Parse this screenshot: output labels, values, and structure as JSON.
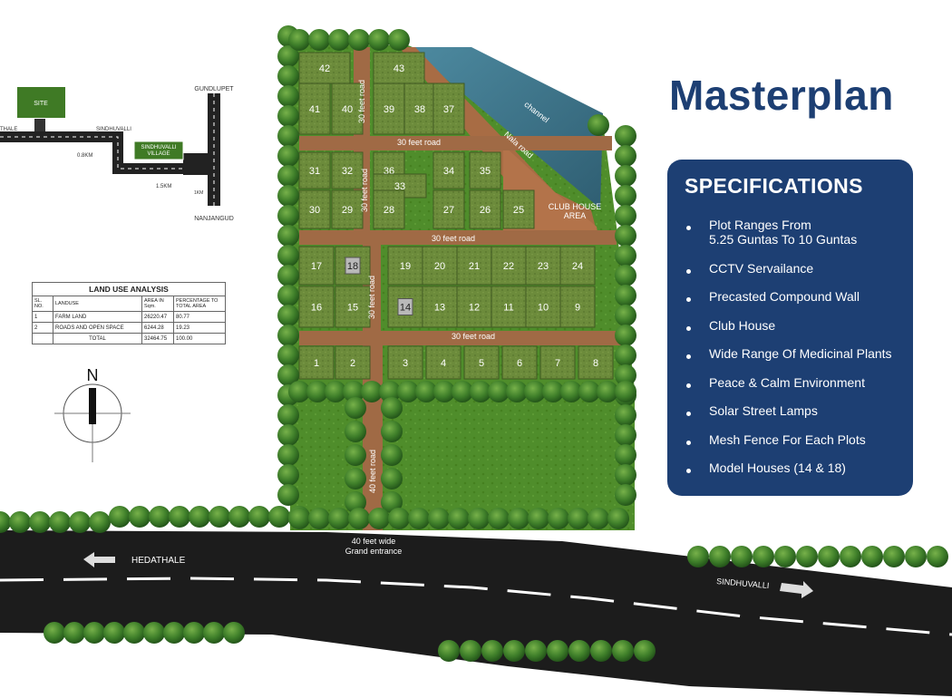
{
  "title": "Masterplan",
  "specifications": {
    "heading": "SPECIFICATIONS",
    "items": [
      "Plot Ranges From\n5.25 Guntas To 10 Guntas",
      "CCTV Servailance",
      "Precasted Compound Wall",
      "Club House",
      "Wide Range Of Medicinal Plants",
      "Peace & Calm Environment",
      "Solar Street Lamps",
      "Mesh Fence For Each Plots",
      "Model Houses (14 & 18)"
    ]
  },
  "location_map": {
    "site_label": "SITE",
    "village_label": "SINDHUVALLI\nVILLAGE",
    "places": {
      "top": "GUNDLUPET",
      "bottom": "NANJANGUD",
      "left": "THALE",
      "road": "SINDHUVALLI"
    },
    "distances": {
      "left": "0.8KM",
      "bottom": "1.5KM",
      "right": "1KM"
    }
  },
  "land_use": {
    "title": "LAND USE ANALYSIS",
    "headers": [
      "SL. NO.",
      "LANDUSE",
      "AREA IN Sqm.",
      "PERCENTAGE TO TOTAL AREA"
    ],
    "rows": [
      [
        "1",
        "FARM LAND",
        "26220.47",
        "80.77"
      ],
      [
        "2",
        "ROADS AND OPEN SPACE",
        "6244.28",
        "19.23"
      ]
    ],
    "total": [
      "TOTAL",
      "32464.75",
      "100.00"
    ]
  },
  "compass": {
    "label": "N"
  },
  "layout": {
    "plots": {
      "row_a": [
        "42",
        "43"
      ],
      "row_b": [
        "41",
        "40",
        "39",
        "38",
        "37"
      ],
      "row_c": [
        "31",
        "32",
        "36",
        "34",
        "35"
      ],
      "row_c2": [
        "33"
      ],
      "row_d": [
        "30",
        "29",
        "28",
        "27",
        "26",
        "25"
      ],
      "row_e": [
        "17",
        "18",
        "19",
        "20",
        "21",
        "22",
        "23",
        "24"
      ],
      "row_f": [
        "16",
        "15",
        "14",
        "13",
        "12",
        "11",
        "10",
        "9"
      ],
      "row_g": [
        "1",
        "2",
        "3",
        "4",
        "5",
        "6",
        "7",
        "8"
      ]
    },
    "roads": {
      "vertical_upper": "30 feet road",
      "vertical_mid": "30 feet road",
      "vertical_lower": "30 feet road",
      "horizontal_1": "30 feet road",
      "horizontal_2": "30 feet road",
      "horizontal_3": "30 feet road",
      "diagonal": "Nala road",
      "entrance_road": "40 feet road",
      "channel": "channel",
      "club_house": "CLUB HOUSE\nAREA"
    },
    "entrance": "40 feet wide\nGrand entrance",
    "highway_left": "HEDATHALE",
    "highway_right": "SINDHUVALLI"
  },
  "colors": {
    "brand_blue": "#1d3f73",
    "plot_green": "#6b8a3a",
    "lawn_green": "#4f8a2a",
    "road_brown": "#a06a45",
    "tree_green": "#3f7f2a",
    "channel_blue": "#4a7f95",
    "highway": "#1c1c1c"
  }
}
